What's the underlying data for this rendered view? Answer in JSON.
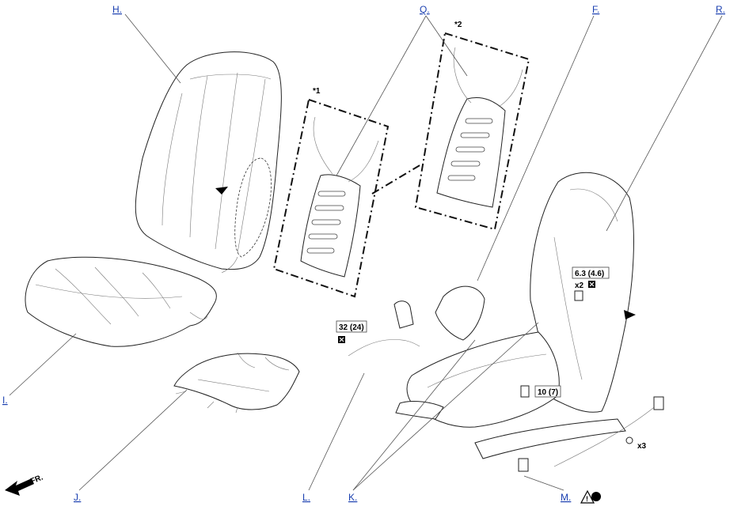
{
  "callouts": {
    "h": "H.",
    "q": "Q.",
    "f": "F.",
    "r": "R.",
    "i": "I.",
    "j": "J.",
    "l": "L.",
    "k": "K.",
    "m": "M."
  },
  "notes": {
    "star1": "*1",
    "star2": "*2",
    "front": "FR."
  },
  "torques": {
    "t1": "6.3 (4.6)",
    "t2": "32 (24)",
    "t3": "10 (7)"
  },
  "quantities": {
    "x2": "x2",
    "x3": "x3"
  },
  "icons": {
    "warning": "warning-triangle-icon",
    "no_reuse": "black-circle-icon",
    "replace": "x-box-icon"
  }
}
